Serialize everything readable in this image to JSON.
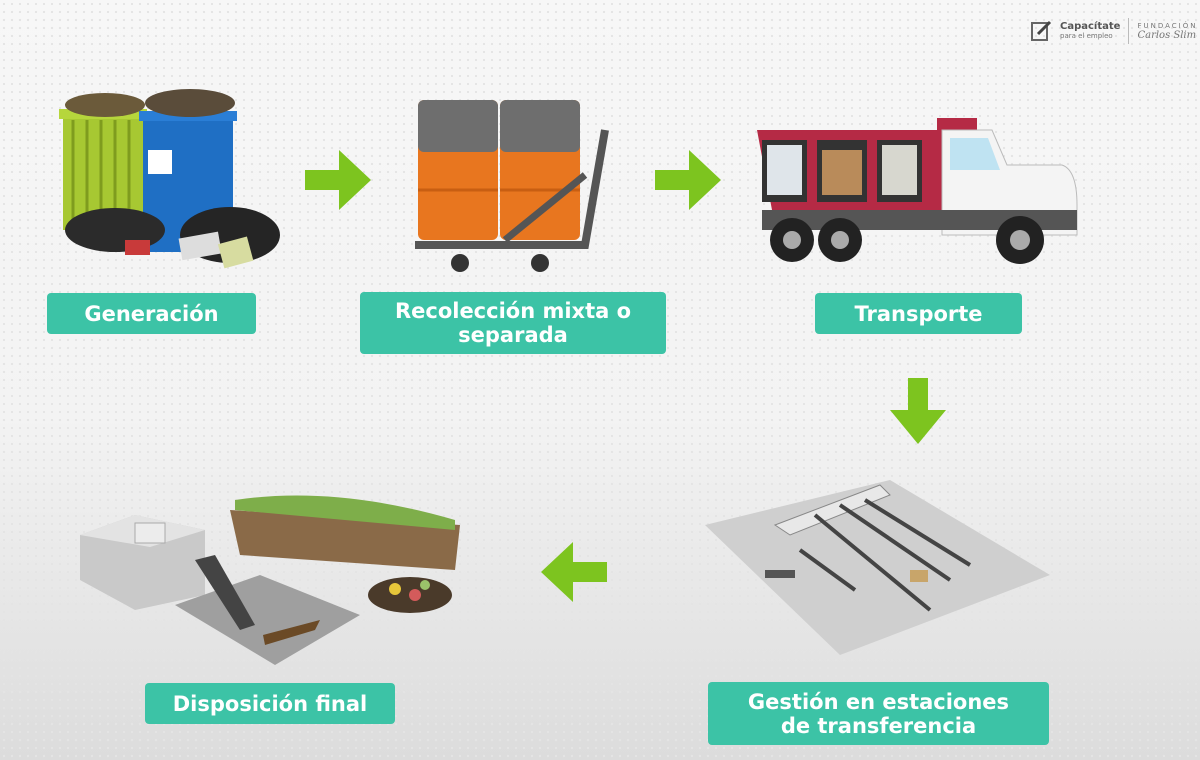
{
  "logo": {
    "brand": "Capacítate",
    "tagline": "para el empleo",
    "foundation": "FUNDACIÓN",
    "foundation_name": "Carlos Slim"
  },
  "steps": [
    {
      "label": "Generación"
    },
    {
      "label": "Recolección mixta o separada"
    },
    {
      "label": "Transporte"
    },
    {
      "label": "Gestión en estaciones de transferencia"
    },
    {
      "label": "Disposición final"
    }
  ],
  "colors": {
    "label_bg": "#3cc3a6",
    "arrow": "#7dc41f"
  }
}
